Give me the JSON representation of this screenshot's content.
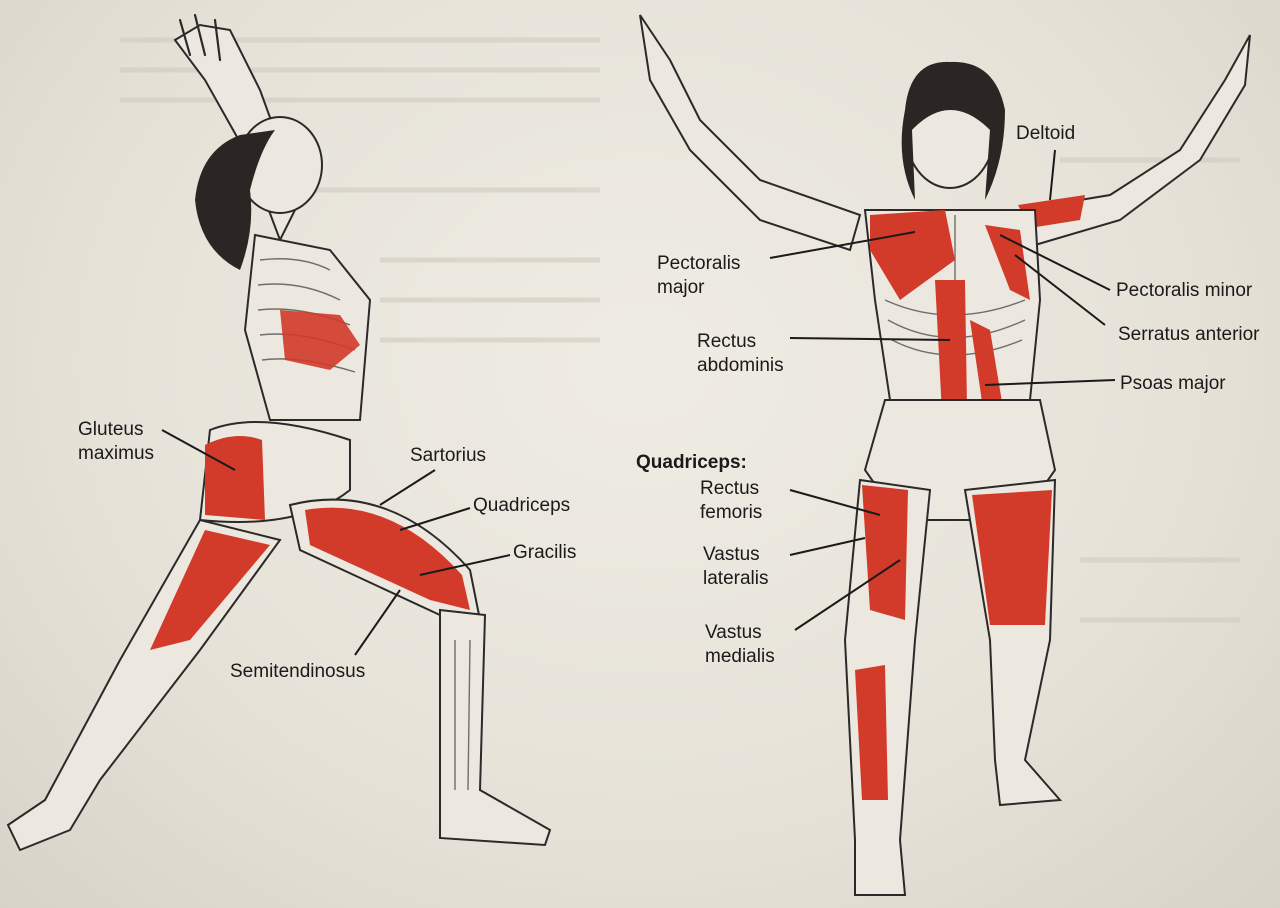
{
  "colors": {
    "muscle": "#d23a2a",
    "paper": "#e9e5dc",
    "ink": "#1a1a1a"
  },
  "left_figure": {
    "labels": {
      "gluteus": "Gluteus maximus",
      "sartorius": "Sartorius",
      "quadriceps": "Quadriceps",
      "gracilis": "Gracilis",
      "semitendinosus": "Semitendinosus"
    }
  },
  "right_figure": {
    "labels": {
      "deltoid": "Deltoid",
      "pectoralis_major": "Pectoralis major",
      "pectoralis_minor": "Pectoralis minor",
      "serratus_anterior": "Serratus anterior",
      "rectus_abdominis": "Rectus abdominis",
      "psoas_major": "Psoas major",
      "quadriceps_heading": "Quadriceps:",
      "rectus_femoris": "Rectus femoris",
      "vastus_lateralis": "Vastus lateralis",
      "vastus_medialis": "Vastus medialis"
    }
  }
}
